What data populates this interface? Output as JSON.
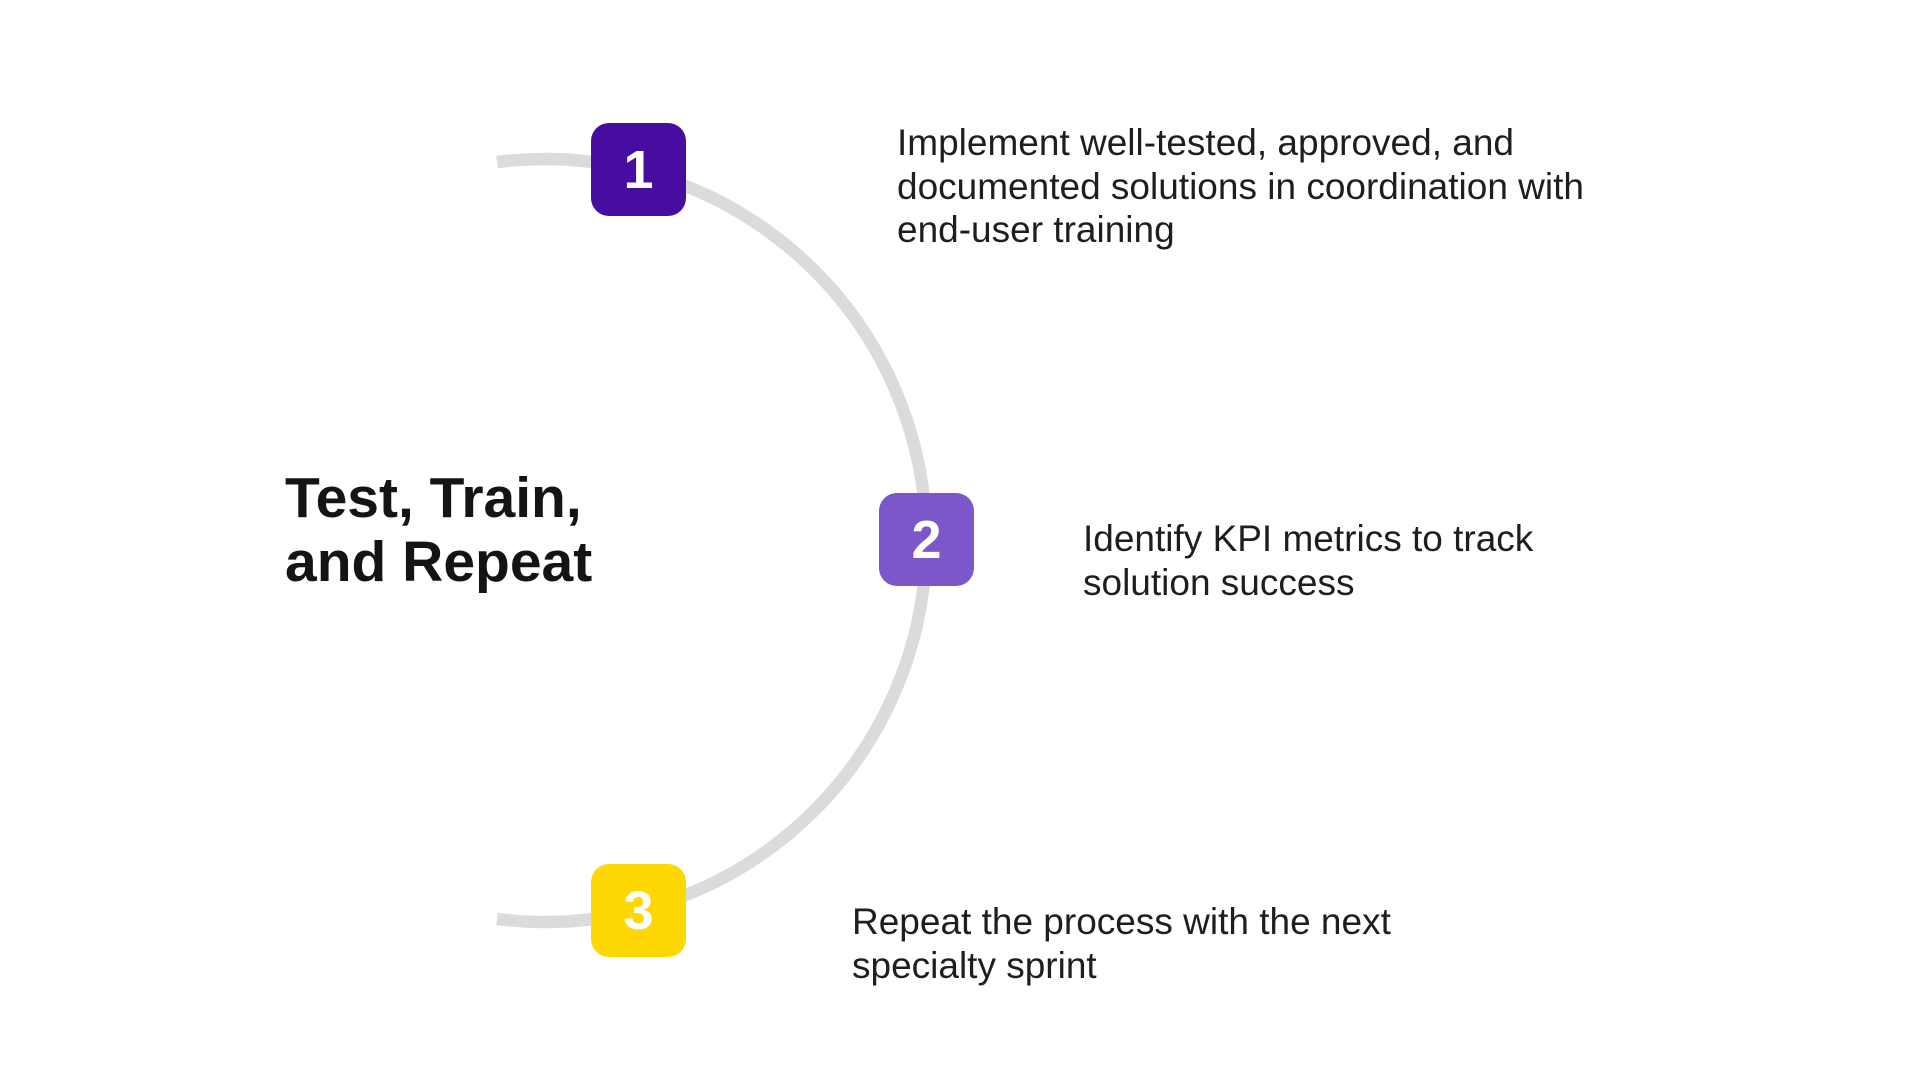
{
  "page": {
    "background_color": "#FFFFFF"
  },
  "title": {
    "text": "Test, Train,\nand Repeat",
    "color": "#141414"
  },
  "diagram": {
    "arc_color": "#DBDBDB",
    "description_text_color": "#1E1E1E"
  },
  "steps": [
    {
      "number": "1",
      "badge_color": "#470CA0",
      "number_color": "#FFFFFF",
      "description": "Implement well-tested, approved, and\ndocumented solutions in coordination with\nend-user training"
    },
    {
      "number": "2",
      "badge_color": "#7C57C9",
      "number_color": "#FFFFFF",
      "description": "Identify KPI metrics to track\nsolution success"
    },
    {
      "number": "3",
      "badge_color": "#FFD702",
      "number_color": "#FFFFFF",
      "description": "Repeat the process with the next\nspecialty sprint"
    }
  ]
}
